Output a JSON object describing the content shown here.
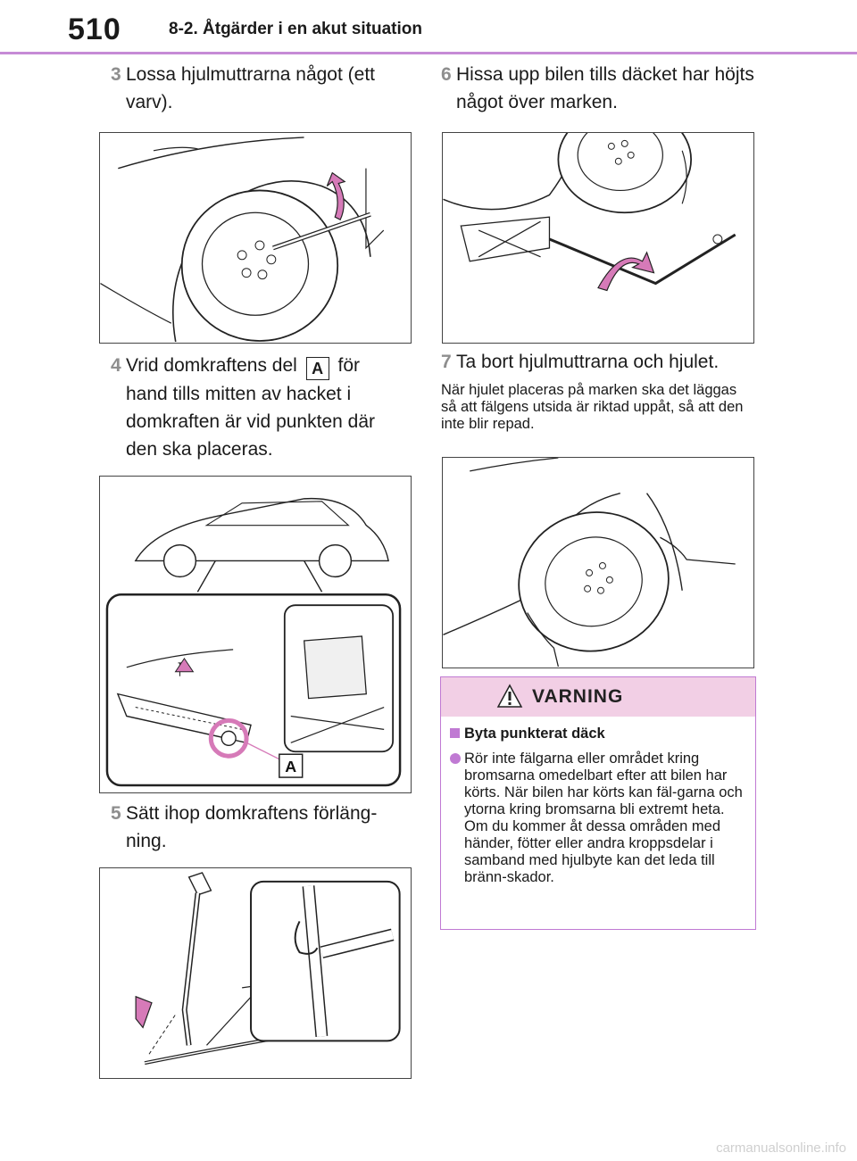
{
  "header": {
    "page_number": "510",
    "section_title": "8-2. Åtgärder i en akut situation"
  },
  "steps": [
    {
      "num": "3",
      "text": "Lossa hjulmuttrarna något (ett varv)."
    },
    {
      "num": "4",
      "text_before": "Vrid domkraftens del",
      "label": "A",
      "text_after": "för hand tills mitten av hacket i domkraften är vid punkten där den ska placeras."
    },
    {
      "num": "5",
      "text": "Sätt ihop domkraftens förläng-ning."
    },
    {
      "num": "6",
      "text": "Hissa upp bilen tills däcket har höjts något över marken."
    },
    {
      "num": "7",
      "text": "Ta bort hjulmuttrarna och hjulet."
    }
  ],
  "note": "När hjulet placeras på marken ska det läggas så att fälgens utsida är riktad uppåt, så att den inte blir repad.",
  "figures": {
    "jack_label": "A"
  },
  "warning": {
    "title": "VARNING",
    "subheading": "Byta punkterat däck",
    "text": "Rör inte fälgarna eller området kring bromsarna omedelbart efter att bilen har körts. När bilen har körts kan fäl-garna och ytorna kring bromsarna bli extremt heta. Om du kommer åt dessa områden med händer, fötter eller andra kroppsdelar i samband med hjulbyte kan det leda till bränn-skador.",
    "accent_color": "#c07ad3",
    "header_color": "#f2cfe5"
  },
  "footer": "carmanualsonline.info"
}
